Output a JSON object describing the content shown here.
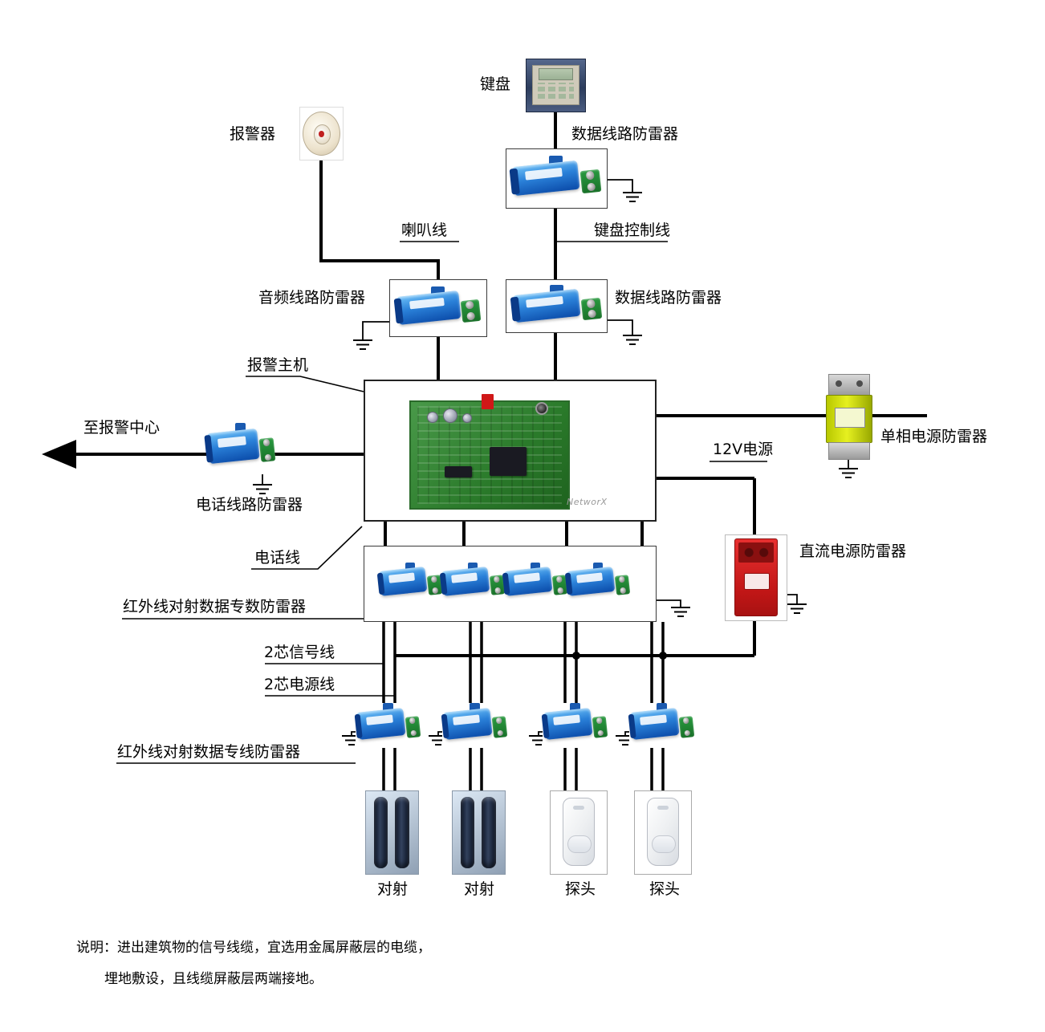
{
  "diagram": {
    "title_hint": "安防报警系统防雷器接线示意图",
    "labels": {
      "keyboard": "键盘",
      "data_surge_top": "数据线路防雷器",
      "siren": "报警器",
      "speaker_wire": "喇叭线",
      "keyboard_control_wire": "键盘控制线",
      "audio_surge": "音频线路防雷器",
      "data_surge_mid": "数据线路防雷器",
      "alarm_host": "报警主机",
      "to_alarm_center": "至报警中心",
      "phone_surge": "电话线路防雷器",
      "phone_wire": "电话线",
      "power_12v": "12V电源",
      "single_phase_surge": "单相电源防雷器",
      "dc_surge": "直流电源防雷器",
      "ir_beam_group_surge": "红外线对射数据专数防雷器",
      "signal_wire_2core": "2芯信号线",
      "power_wire_2core": "2芯电源线",
      "ir_beam_line_surge": "红外线对射数据专线防雷器",
      "beam_left": "对射",
      "beam_right": "对射",
      "detector_left": "探头",
      "detector_right": "探头",
      "panel_brand": "NetworX"
    },
    "notes": [
      "说明：进出建筑物的信号线缆，宜选用金属屏蔽层的电缆，",
      "埋地敷设，且线缆屏蔽层两端接地。"
    ],
    "colors": {
      "wire": "#000000",
      "surge_blue": "#1565c0",
      "terminal_green": "#1e7a2e",
      "single_phase_yellow": "#d6e000",
      "dc_red": "#d81a1a",
      "pcb_green": "#3a8a3a"
    }
  }
}
